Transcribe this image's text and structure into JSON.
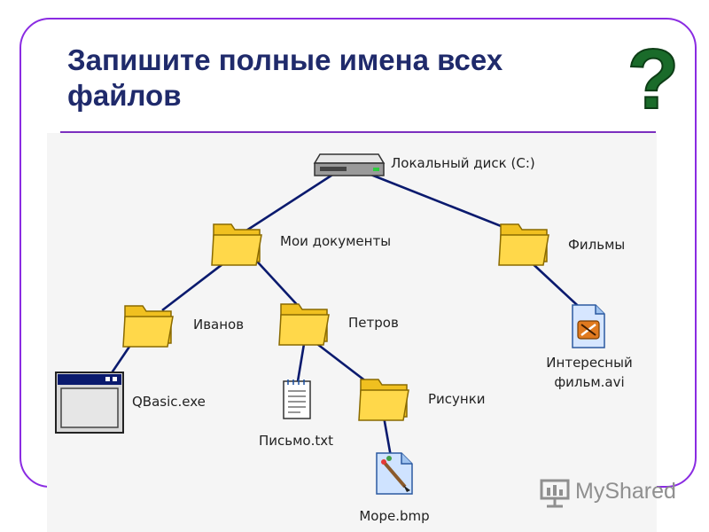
{
  "slide": {
    "title": "Запишите полные имена всех файлов",
    "question_mark": "?",
    "accent_color": "#8a2be2",
    "title_color": "#1f2a6b"
  },
  "tree": {
    "root": "Локальный диск (C:)",
    "folders": {
      "my_docs": "Мои документы",
      "films": "Фильмы",
      "ivanov": "Иванов",
      "petrov": "Петров",
      "pictures": "Рисунки"
    },
    "files": {
      "qbasic": "QBasic.exe",
      "letter": "Письмо.txt",
      "sea": "Море.bmp",
      "movie_line1": "Интересный",
      "movie_line2": "фильм.avi"
    },
    "icons": {
      "drive": "hard-drive-icon",
      "folder": "folder-icon",
      "exe": "application-window-icon",
      "txt": "text-document-icon",
      "bmp": "paint-image-icon",
      "avi": "video-file-icon"
    }
  },
  "watermark": {
    "text": "MyShared"
  }
}
